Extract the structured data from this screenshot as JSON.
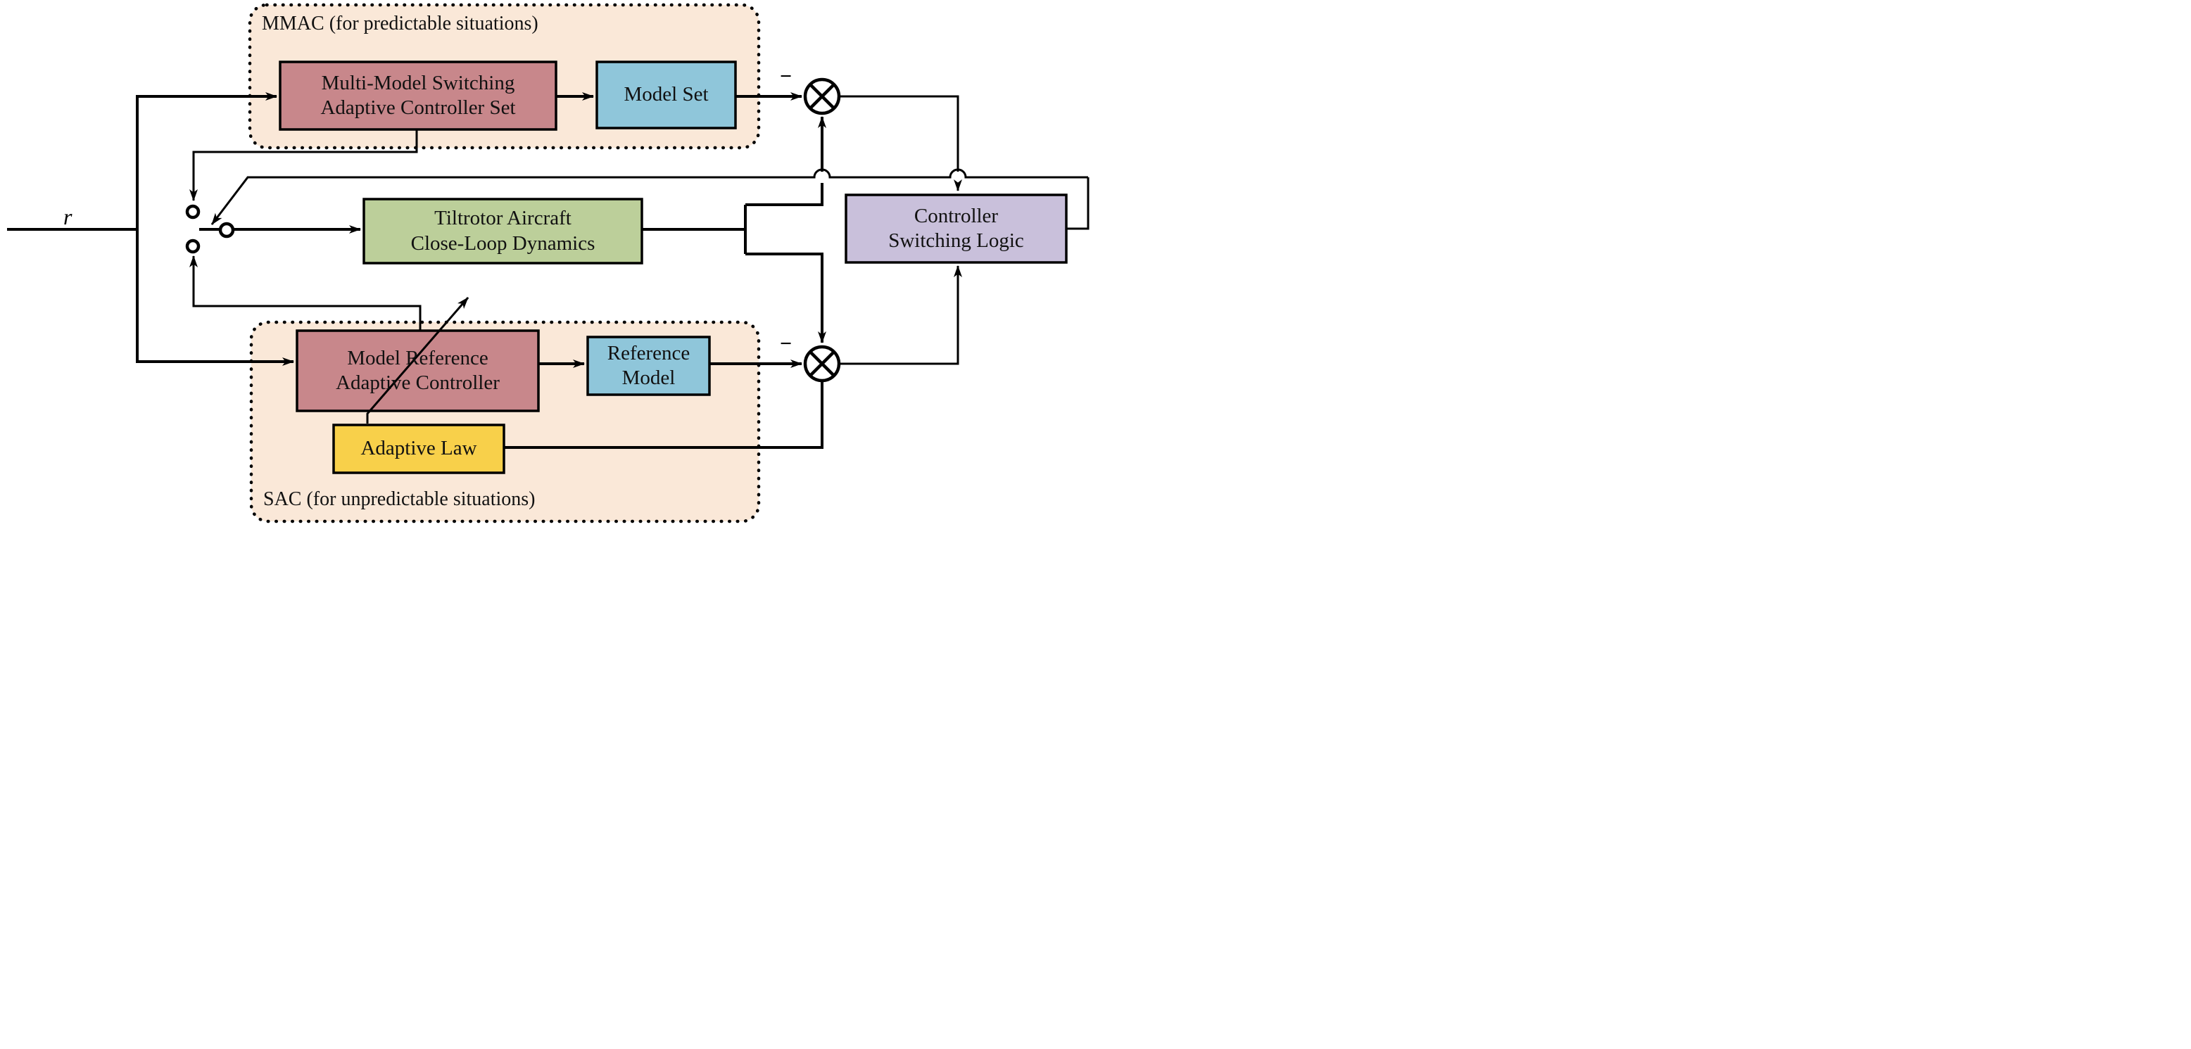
{
  "colors": {
    "container_fill": "#FAE8D8",
    "red_box": "#C8878B",
    "blue_box": "#8FC6DA",
    "green_box": "#BCCF9A",
    "purple_box": "#C9C0DB",
    "yellow_box": "#F8D04A",
    "line": "#000000"
  },
  "input": {
    "label": "r"
  },
  "junctions": {
    "top_minus": "−",
    "bottom_minus": "−"
  },
  "containers": {
    "mmac": {
      "label": "MMAC (for predictable situations)"
    },
    "sac": {
      "label": "SAC (for unpredictable situations)"
    }
  },
  "boxes": {
    "mmsacs": {
      "line1": "Multi-Model Switching",
      "line2": "Adaptive Controller Set"
    },
    "model_set": {
      "line1": "Model Set"
    },
    "tiltrotor": {
      "line1": "Tiltrotor Aircraft",
      "line2": "Close-Loop Dynamics"
    },
    "csl": {
      "line1": "Controller",
      "line2": "Switching Logic"
    },
    "mrac": {
      "line1": "Model Reference",
      "line2": "Adaptive Controller"
    },
    "ref_model": {
      "line1": "Reference",
      "line2": "Model"
    },
    "adaptive_law": {
      "line1": "Adaptive Law"
    }
  }
}
